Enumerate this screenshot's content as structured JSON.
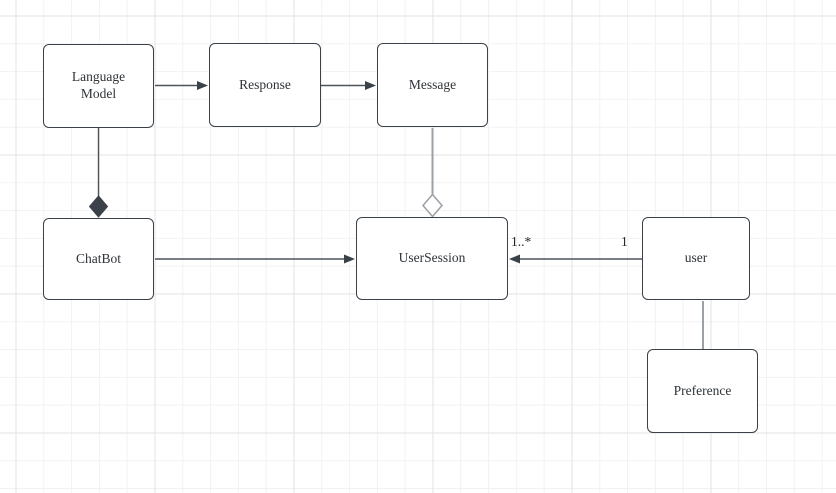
{
  "diagram": {
    "type": "uml-class-diagram",
    "nodes": [
      {
        "id": "language-model",
        "label": "Language Model"
      },
      {
        "id": "response",
        "label": "Response"
      },
      {
        "id": "message",
        "label": "Message"
      },
      {
        "id": "chatbot",
        "label": "ChatBot"
      },
      {
        "id": "user-session",
        "label": "UserSession"
      },
      {
        "id": "user",
        "label": "user"
      },
      {
        "id": "preference",
        "label": "Preference"
      }
    ],
    "edges": [
      {
        "from": "Language Model",
        "to": "Response",
        "type": "directed-association"
      },
      {
        "from": "Response",
        "to": "Message",
        "type": "directed-association"
      },
      {
        "from": "Language Model",
        "to": "ChatBot",
        "type": "composition"
      },
      {
        "from": "Message",
        "to": "UserSession",
        "type": "aggregation"
      },
      {
        "from": "ChatBot",
        "to": "UserSession",
        "type": "directed-association"
      },
      {
        "from": "user",
        "to": "UserSession",
        "type": "directed-association",
        "source_multiplicity": "1",
        "target_multiplicity": "1..*"
      },
      {
        "from": "user",
        "to": "Preference",
        "type": "association"
      }
    ],
    "labels": {
      "usersession_multiplicity": "1..*",
      "user_multiplicity": "1"
    },
    "colors": {
      "node_border": "#3b4149",
      "node_fill": "#ffffff",
      "edge_dark": "#4d535b",
      "edge_gray": "#9aa0a6",
      "text": "#2e3338",
      "grid_minor": "#f2f2f2",
      "grid_major": "#e3e3e3",
      "background": "#ffffff"
    }
  }
}
